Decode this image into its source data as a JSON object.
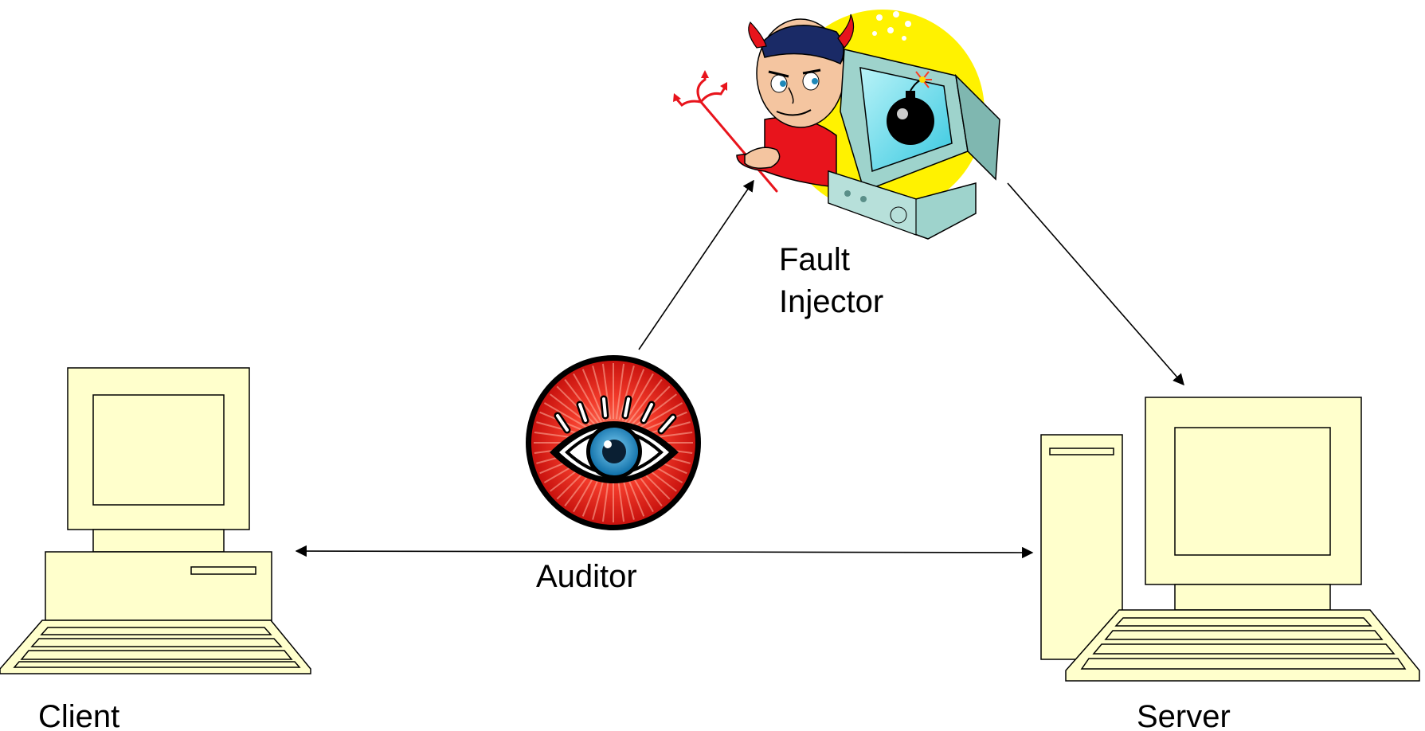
{
  "labels": {
    "client": "Client",
    "server": "Server",
    "auditor": "Auditor",
    "fault_injector_line1": "Fault",
    "fault_injector_line2": "Injector"
  },
  "icons": {
    "client": "desktop-computer-icon",
    "server": "tower-server-icon",
    "auditor": "eye-icon",
    "fault_injector": "devil-with-computer-icon"
  },
  "colors": {
    "computer_fill": "#FFFFCC",
    "outline": "#000000",
    "auditor_red": "#E0201B",
    "auditor_iris": "#1E88B8",
    "devil_red": "#E8141C",
    "devil_halo": "#FFF200",
    "monitor_teal": "#9ED3CC"
  }
}
